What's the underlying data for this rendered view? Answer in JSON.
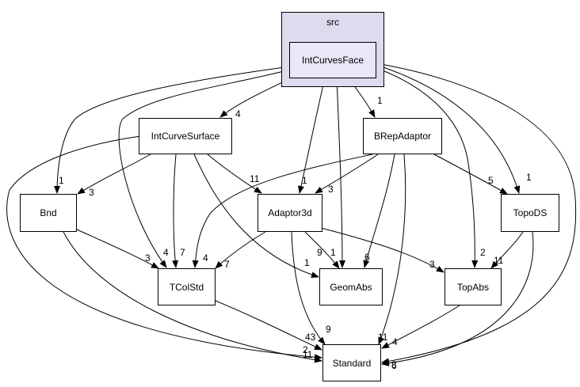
{
  "cluster": {
    "label": "src"
  },
  "nodes": {
    "intcurvesface": "IntCurvesFace",
    "intcurvesurface": "IntCurveSurface",
    "brepadaptor": "BRepAdaptor",
    "bnd": "Bnd",
    "adaptor3d": "Adaptor3d",
    "topods": "TopoDS",
    "tcolstd": "TColStd",
    "geomabs": "GeomAbs",
    "topabs": "TopAbs",
    "standard": "Standard"
  },
  "edges": [
    {
      "from": "IntCurvesFace",
      "to": "IntCurveSurface",
      "label": "4"
    },
    {
      "from": "IntCurvesFace",
      "to": "BRepAdaptor",
      "label": "1"
    },
    {
      "from": "IntCurvesFace",
      "to": "Bnd",
      "label": "1"
    },
    {
      "from": "IntCurvesFace",
      "to": "TColStd",
      "label": "4"
    },
    {
      "from": "IntCurvesFace",
      "to": "Adaptor3d",
      "label": "1"
    },
    {
      "from": "IntCurvesFace",
      "to": "GeomAbs",
      "label": "1"
    },
    {
      "from": "IntCurvesFace",
      "to": "TopAbs",
      "label": "2"
    },
    {
      "from": "IntCurvesFace",
      "to": "TopoDS",
      "label": "1"
    },
    {
      "from": "IntCurvesFace",
      "to": "Standard",
      "label": "3"
    },
    {
      "from": "IntCurveSurface",
      "to": "Bnd",
      "label": "3"
    },
    {
      "from": "IntCurveSurface",
      "to": "TColStd",
      "label": "7"
    },
    {
      "from": "IntCurveSurface",
      "to": "Adaptor3d",
      "label": "11"
    },
    {
      "from": "IntCurveSurface",
      "to": "GeomAbs",
      "label": "1"
    },
    {
      "from": "IntCurveSurface",
      "to": "Standard",
      "label": "2"
    },
    {
      "from": "BRepAdaptor",
      "to": "TColStd",
      "label": "4"
    },
    {
      "from": "BRepAdaptor",
      "to": "Adaptor3d",
      "label": "3"
    },
    {
      "from": "BRepAdaptor",
      "to": "GeomAbs",
      "label": "6"
    },
    {
      "from": "BRepAdaptor",
      "to": "TopoDS",
      "label": "5"
    },
    {
      "from": "BRepAdaptor",
      "to": "Standard",
      "label": "11"
    },
    {
      "from": "Bnd",
      "to": "TColStd",
      "label": "3"
    },
    {
      "from": "Bnd",
      "to": "Standard",
      "label": "11"
    },
    {
      "from": "Adaptor3d",
      "to": "TColStd",
      "label": "7"
    },
    {
      "from": "Adaptor3d",
      "to": "GeomAbs",
      "label": "9"
    },
    {
      "from": "Adaptor3d",
      "to": "TopAbs",
      "label": "3"
    },
    {
      "from": "Adaptor3d",
      "to": "Standard",
      "label": "9"
    },
    {
      "from": "TopoDS",
      "to": "TopAbs",
      "label": "11"
    },
    {
      "from": "TopoDS",
      "to": "Standard",
      "label": "6"
    },
    {
      "from": "TColStd",
      "to": "Standard",
      "label": "43"
    },
    {
      "from": "TopAbs",
      "to": "Standard",
      "label": "4"
    }
  ]
}
